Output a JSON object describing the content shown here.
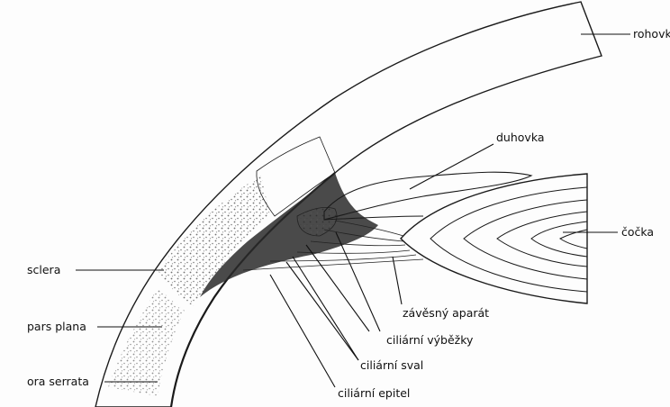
{
  "labels": {
    "cornea": "rohovka",
    "iris": "duhovka",
    "lens": "čočka",
    "sclera": "sclera",
    "pars_plana": "pars plana",
    "ora_serrata": "ora serrata",
    "zonules": "závěsný aparát",
    "ciliary_processes": "ciliární výběžky",
    "ciliary_muscle": "ciliární sval",
    "ciliary_epithelium": "ciliární epitel"
  },
  "colors": {
    "ink": "#1a1a1a",
    "background": "#fdfdfd",
    "hatch": "#555555"
  }
}
